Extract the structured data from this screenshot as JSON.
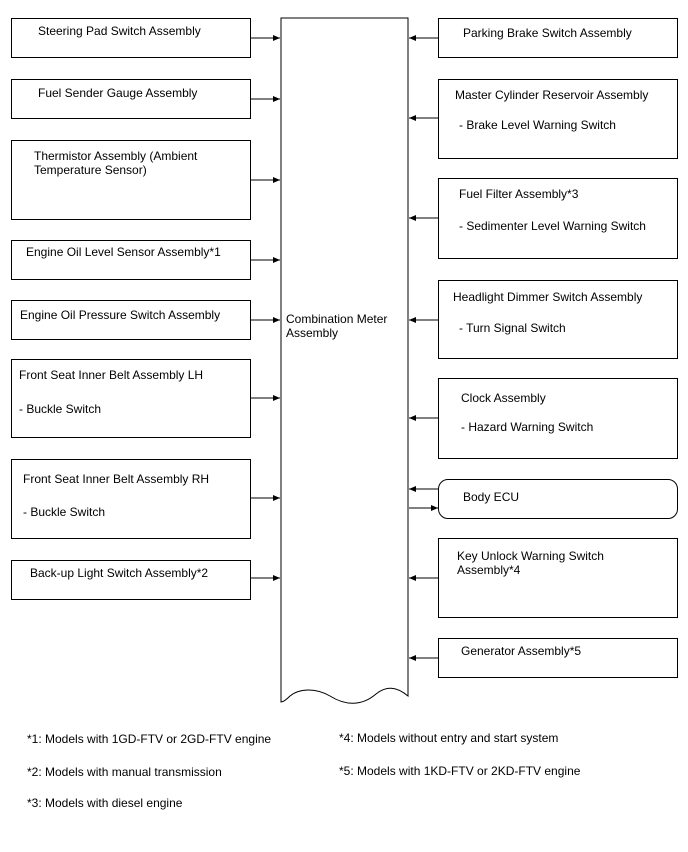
{
  "center": {
    "label": "Combination Meter Assembly"
  },
  "left_boxes": [
    {
      "title": "Steering Pad Switch Assembly"
    },
    {
      "title": "Fuel Sender Gauge Assembly"
    },
    {
      "title": "Thermistor Assembly (Ambient Temperature Sensor)"
    },
    {
      "title": "Engine Oil Level Sensor Assembly*1"
    },
    {
      "title": "Engine Oil Pressure Switch Assembly"
    },
    {
      "title": "Front Seat Inner Belt Assembly LH",
      "sub": "- Buckle Switch"
    },
    {
      "title": "Front Seat Inner Belt Assembly RH",
      "sub": "- Buckle Switch"
    },
    {
      "title": "Back-up Light Switch Assembly*2"
    }
  ],
  "right_boxes": [
    {
      "title": "Parking Brake Switch Assembly"
    },
    {
      "title": "Master Cylinder Reservoir Assembly",
      "sub": "- Brake Level Warning Switch"
    },
    {
      "title": "Fuel Filter Assembly*3",
      "sub": "- Sedimenter Level Warning Switch"
    },
    {
      "title": "Headlight Dimmer Switch Assembly",
      "sub": "- Turn Signal Switch"
    },
    {
      "title": "Clock Assembly",
      "sub": "- Hazard Warning Switch"
    },
    {
      "title": "Body ECU"
    },
    {
      "title": "Key Unlock Warning Switch Assembly*4"
    },
    {
      "title": "Generator Assembly*5"
    }
  ],
  "notes": [
    "*1: Models with 1GD-FTV or 2GD-FTV engine",
    "*2: Models with manual transmission",
    "*3: Models with diesel engine",
    "*4: Models without entry and start system",
    "*5: Models with 1KD-FTV or 2KD-FTV engine"
  ]
}
